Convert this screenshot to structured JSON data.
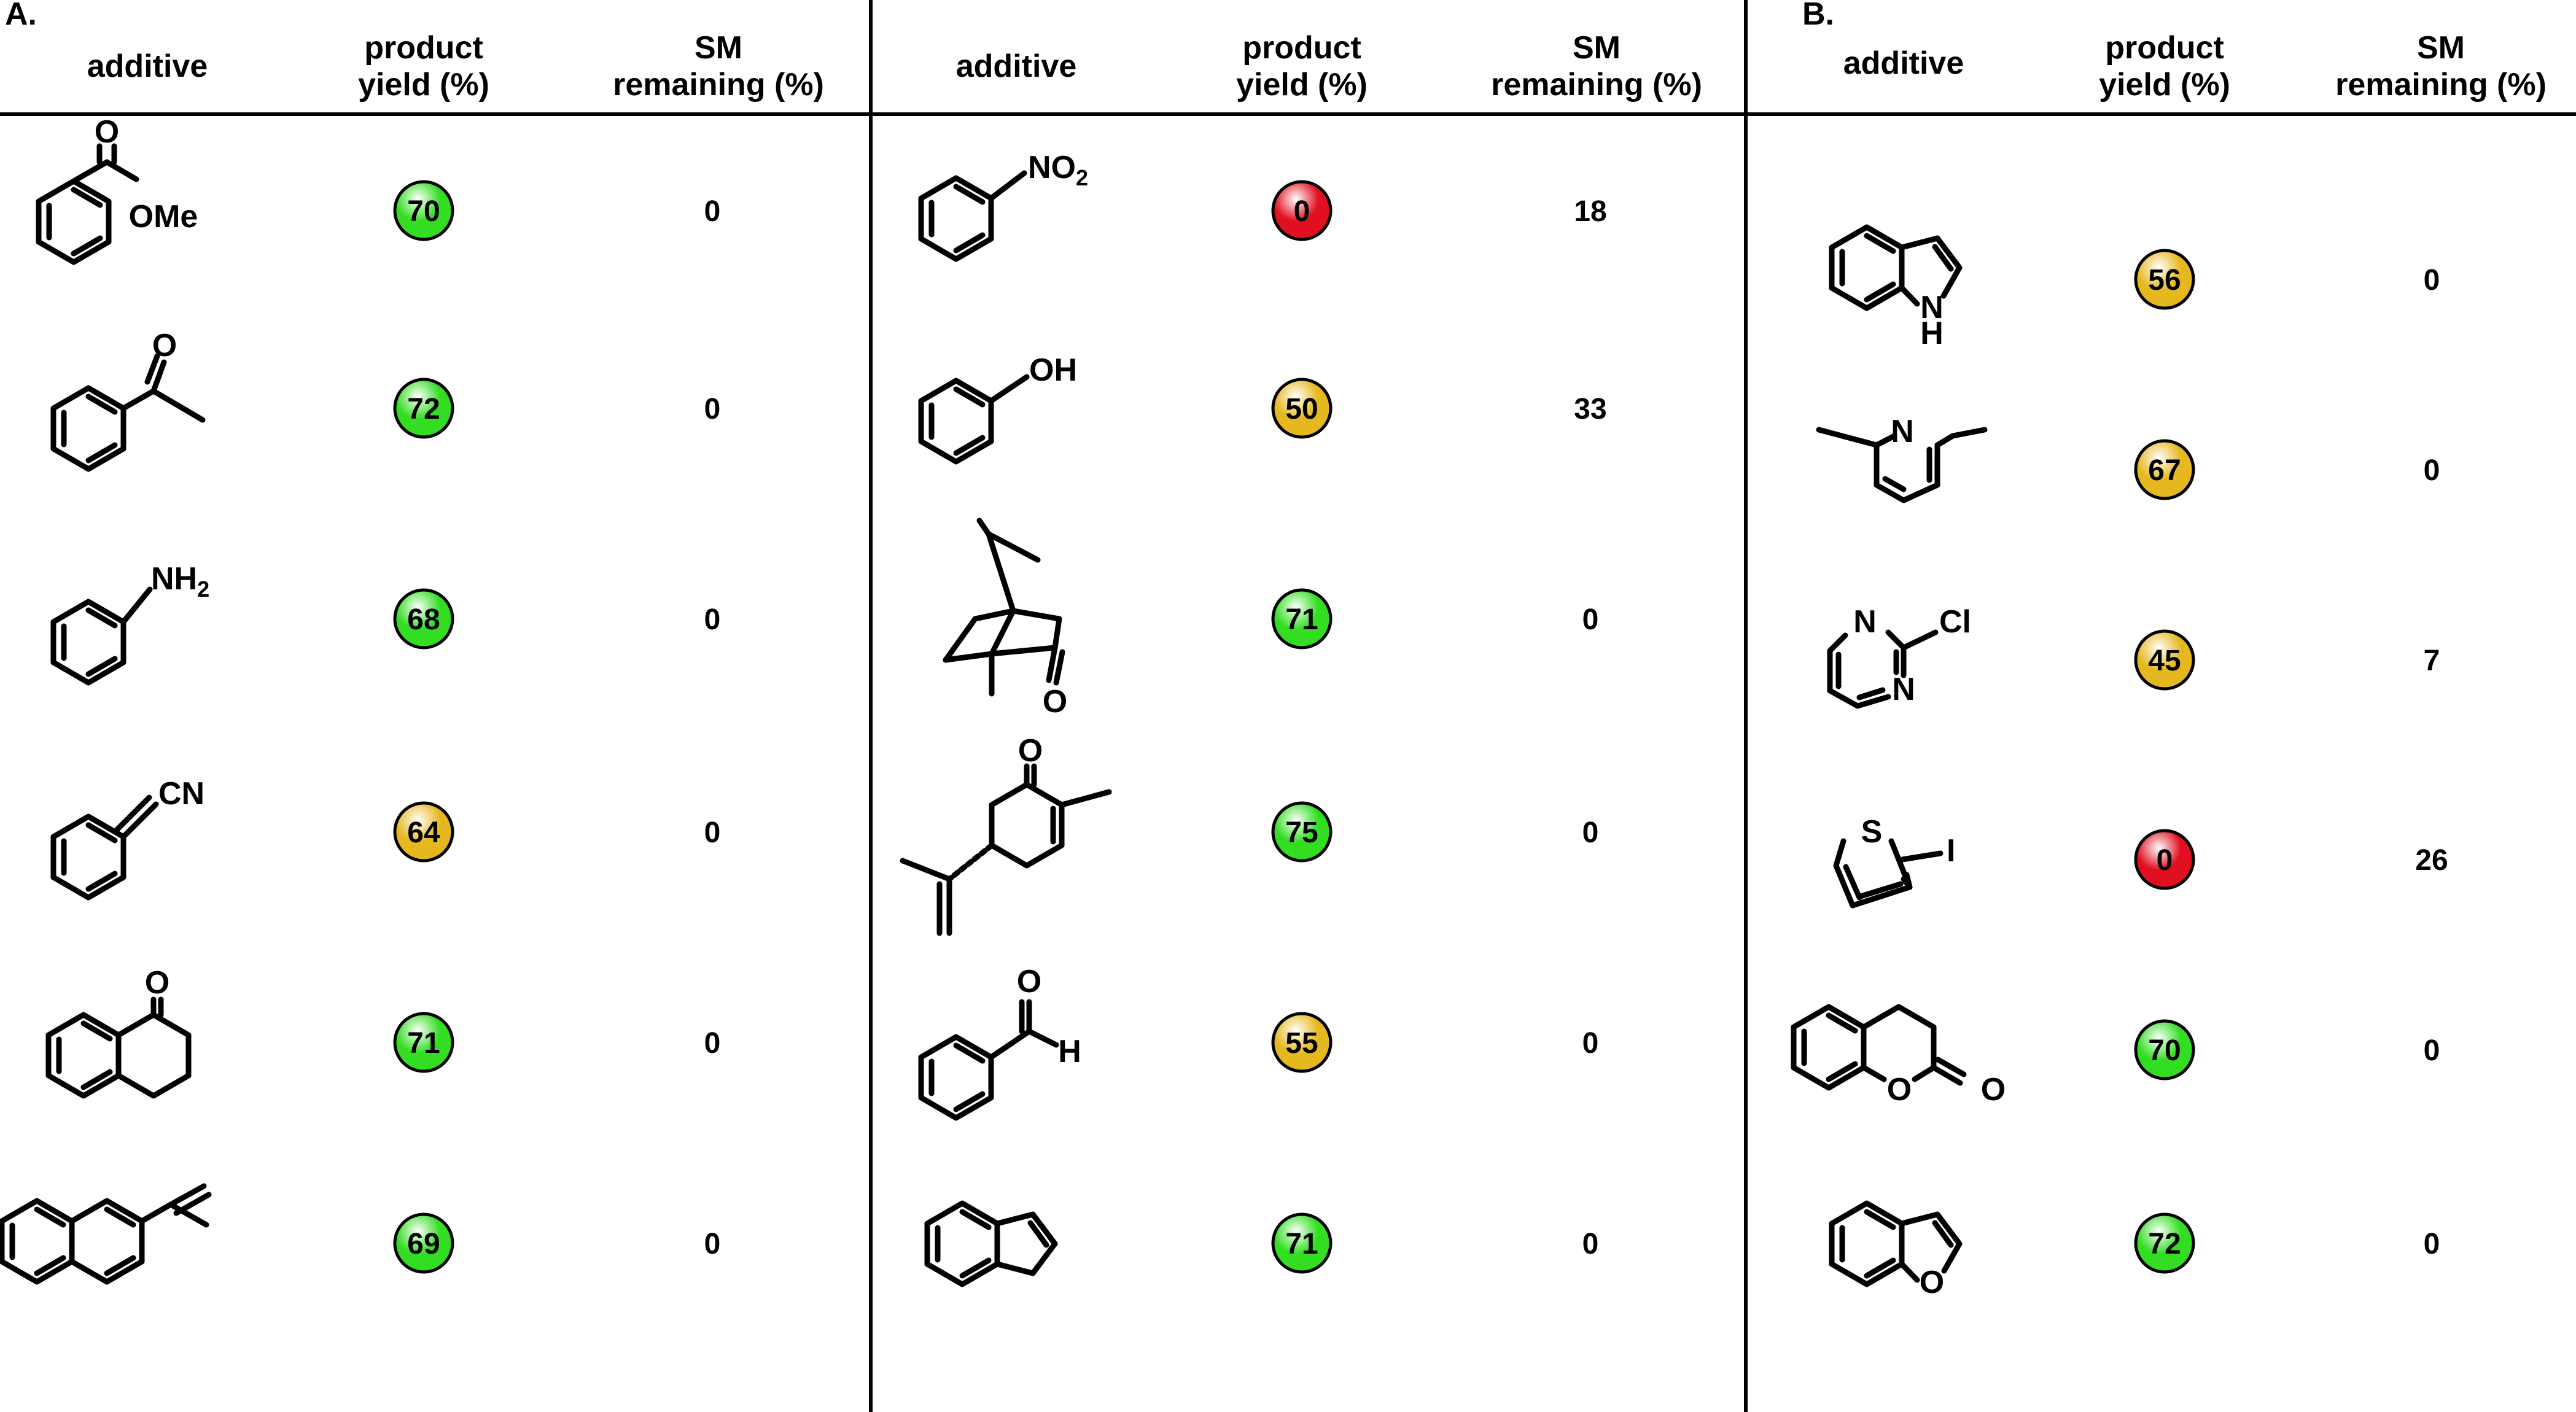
{
  "chart_data": {
    "type": "table",
    "panels": [
      {
        "label": "A.",
        "columns": [
          "additive",
          "product\nyield (%)",
          "SM\nremaining (%)"
        ],
        "groups": [
          {
            "columns": [
              "additive",
              "product\nyield (%)",
              "SM\nremaining (%)"
            ],
            "rows": [
              {
                "additive": "methyl benzoate",
                "yield": 70,
                "sm": 0
              },
              {
                "additive": "acetophenone",
                "yield": 72,
                "sm": 0
              },
              {
                "additive": "aniline",
                "yield": 68,
                "sm": 0
              },
              {
                "additive": "benzonitrile",
                "yield": 64,
                "sm": 0
              },
              {
                "additive": "1-tetralone",
                "yield": 71,
                "sm": 0
              },
              {
                "additive": "2-vinylnaphthalene",
                "yield": 69,
                "sm": 0
              }
            ]
          },
          {
            "columns": [
              "additive",
              "product\nyield (%)",
              "SM\nremaining (%)"
            ],
            "rows": [
              {
                "additive": "nitrobenzene",
                "yield": 0,
                "sm": 18
              },
              {
                "additive": "phenol",
                "yield": 50,
                "sm": 33
              },
              {
                "additive": "camphor",
                "yield": 71,
                "sm": 0
              },
              {
                "additive": "carvone",
                "yield": 75,
                "sm": 0
              },
              {
                "additive": "benzaldehyde",
                "yield": 55,
                "sm": 0
              },
              {
                "additive": "indene",
                "yield": 71,
                "sm": 0
              }
            ]
          }
        ]
      },
      {
        "label": "B.",
        "columns": [
          "additive",
          "product\nyield (%)",
          "SM\nremaining (%)"
        ],
        "rows": [
          {
            "additive": "indole",
            "yield": 56,
            "sm": 0
          },
          {
            "additive": "2,6-lutidine",
            "yield": 67,
            "sm": 0
          },
          {
            "additive": "2-chloropyrimidine",
            "yield": 45,
            "sm": 7
          },
          {
            "additive": "2-iodothiophene",
            "yield": 0,
            "sm": 26
          },
          {
            "additive": "dihydrocoumarin",
            "yield": 70,
            "sm": 0
          },
          {
            "additive": "benzofuran",
            "yield": 72,
            "sm": 0
          }
        ]
      }
    ],
    "yield_color_scale": {
      "high": "#33dd22",
      "mid": "#e6b820",
      "zero": "#e01020"
    }
  },
  "atom_labels": {
    "O": "O",
    "OMe": "OMe",
    "NO2_main": "NO",
    "NO2_sub": "2",
    "OH": "OH",
    "NH2_main": "NH",
    "NH2_sub": "2",
    "CN": "CN",
    "H": "H",
    "N": "N",
    "Cl": "Cl",
    "S": "S",
    "I": "I"
  }
}
